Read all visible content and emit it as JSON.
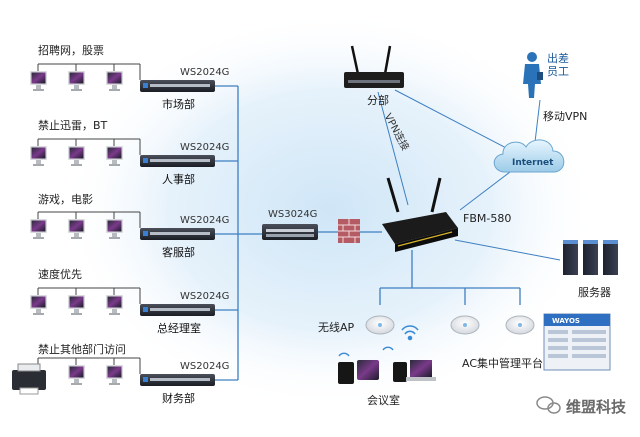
{
  "groups": [
    {
      "policy": "招聘网，股票",
      "switch": "WS2024G",
      "dept": "市场部"
    },
    {
      "policy": "禁止迅雷，BT",
      "switch": "WS2024G",
      "dept": "人事部"
    },
    {
      "policy": "游戏，电影",
      "switch": "WS2024G",
      "dept": "客服部"
    },
    {
      "policy": "速度优先",
      "switch": "WS2024G",
      "dept": "总经理室"
    },
    {
      "policy": "禁止其他部门访问",
      "switch": "WS2024G",
      "dept": "财务部"
    }
  ],
  "core_switch": "WS3024G",
  "gateway": "FBM-580",
  "branch": "分部",
  "vpn_link": "VPN连接",
  "internet": "Internet",
  "mobile_vpn": "移动VPN",
  "traveler": "出差员工",
  "servers": "服务器",
  "wireless_ap": "无线AP",
  "ac_platform": "AC集中管理平台",
  "meeting_room": "会议室",
  "watermark": "维盟科技",
  "ac_window_title": "WAYOS"
}
